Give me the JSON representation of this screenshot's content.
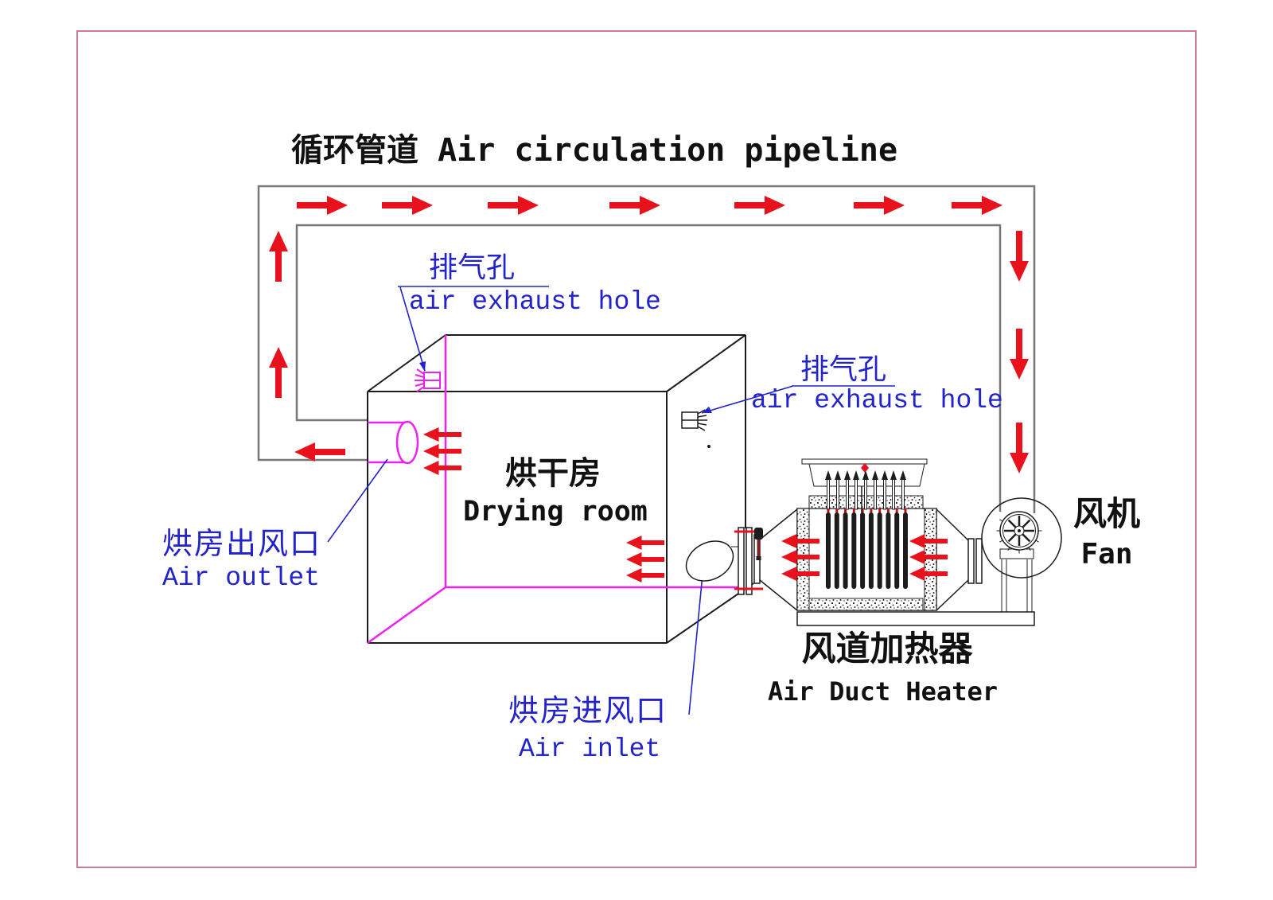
{
  "title": "循环管道 Air circulation pipeline",
  "labels": {
    "exhaust_hole_1": {
      "zh": "排气孔",
      "en": "air exhaust hole"
    },
    "exhaust_hole_2": {
      "zh": "排气孔",
      "en": "air exhaust hole"
    },
    "drying_room": {
      "zh": "烘干房",
      "en": "Drying room"
    },
    "air_outlet": {
      "zh": "烘房出风口",
      "en": "Air outlet"
    },
    "air_inlet": {
      "zh": "烘房进风口",
      "en": "Air inlet"
    },
    "air_duct_heater": {
      "zh": "风道加热器",
      "en": "Air Duct Heater"
    },
    "fan": {
      "zh": "风机",
      "en": "Fan"
    }
  },
  "colors": {
    "flow_arrow_red": "#e8111c",
    "magenta": "#ee22ee",
    "label_blue": "#2323cc",
    "line_black": "#1c1c1c",
    "pipeline_gray": "#777777",
    "border_pink": "#c97d93",
    "valve_dark_red": "#7a1f1f",
    "rod_tip_red": "#bb1111",
    "title_black": "#111111"
  }
}
